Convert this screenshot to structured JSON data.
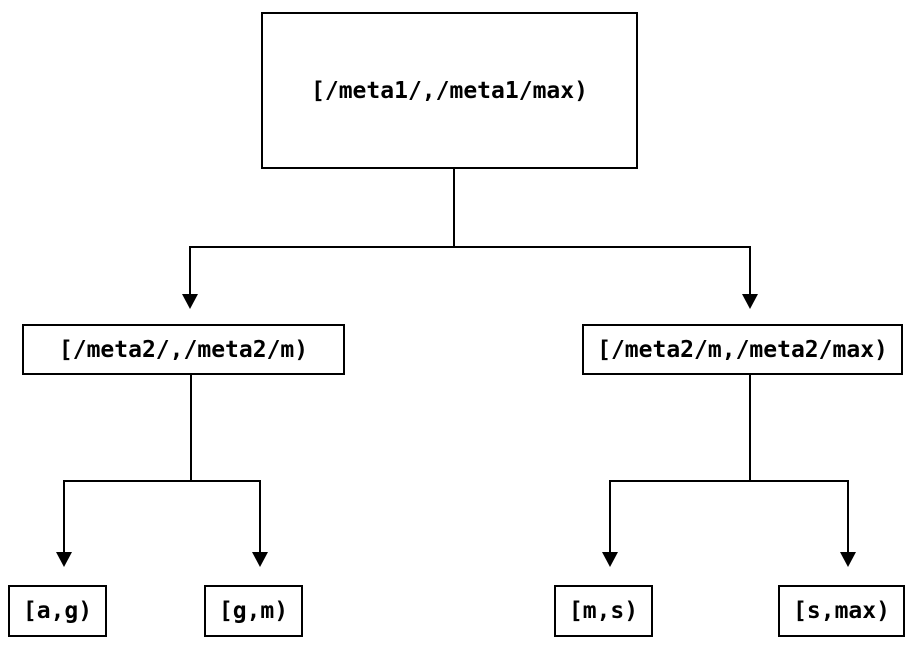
{
  "diagram": {
    "type": "interval-partition-tree",
    "background_color": "#ffffff",
    "line_color": "#000000",
    "box_border_color": "#000000",
    "box_fill_color": "#ffffff",
    "text_color": "#000000",
    "nodes": {
      "root": {
        "label": "[/meta1/,/meta1/max)"
      },
      "left": {
        "label": "[/meta2/,/meta2/m)"
      },
      "right": {
        "label": "[/meta2/m,/meta2/max)"
      },
      "left_left": {
        "label": "[a,g)"
      },
      "left_right": {
        "label": "[g,m)"
      },
      "right_left": {
        "label": "[m,s)"
      },
      "right_right": {
        "label": "[s,max)"
      }
    },
    "edges": [
      {
        "from": "root",
        "to": "left",
        "arrow": "down"
      },
      {
        "from": "root",
        "to": "right",
        "arrow": "down"
      },
      {
        "from": "left",
        "to": "left_left",
        "arrow": "down"
      },
      {
        "from": "left",
        "to": "left_right",
        "arrow": "down"
      },
      {
        "from": "right",
        "to": "right_left",
        "arrow": "down"
      },
      {
        "from": "right",
        "to": "right_right",
        "arrow": "down"
      }
    ]
  }
}
